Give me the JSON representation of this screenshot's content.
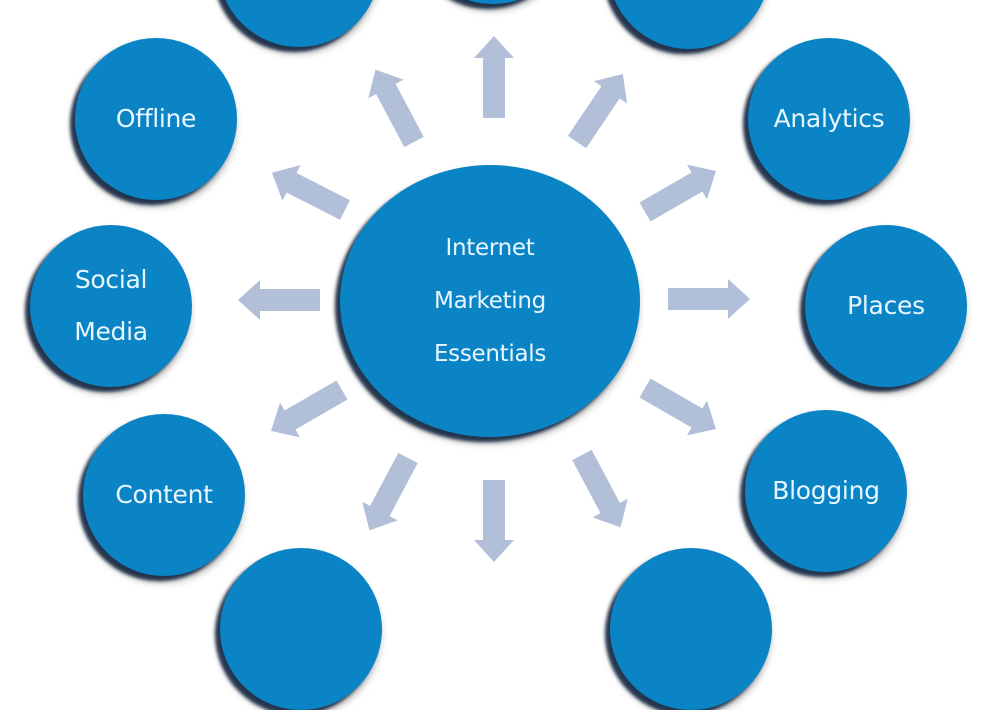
{
  "diagram": {
    "title": "Internet Marketing Essentials",
    "hub": {
      "lines": [
        "Internet",
        "Marketing",
        "Essentials"
      ],
      "fill": "#0a84c4",
      "text_color": "#e8f7ff"
    },
    "arrow_color": "#b1bfd8",
    "nodes": [
      {
        "id": "top-left",
        "label": ""
      },
      {
        "id": "top-center",
        "label": ""
      },
      {
        "id": "top-right",
        "label": ""
      },
      {
        "id": "offline",
        "label": "Offline"
      },
      {
        "id": "analytics",
        "label": "Analytics"
      },
      {
        "id": "social-media",
        "lines": [
          "Social",
          "Media"
        ]
      },
      {
        "id": "places",
        "label": "Places"
      },
      {
        "id": "content",
        "label": "Content"
      },
      {
        "id": "blogging",
        "label": "Blogging"
      },
      {
        "id": "bottom-left",
        "label": ""
      },
      {
        "id": "bottom-right",
        "label": ""
      }
    ]
  }
}
